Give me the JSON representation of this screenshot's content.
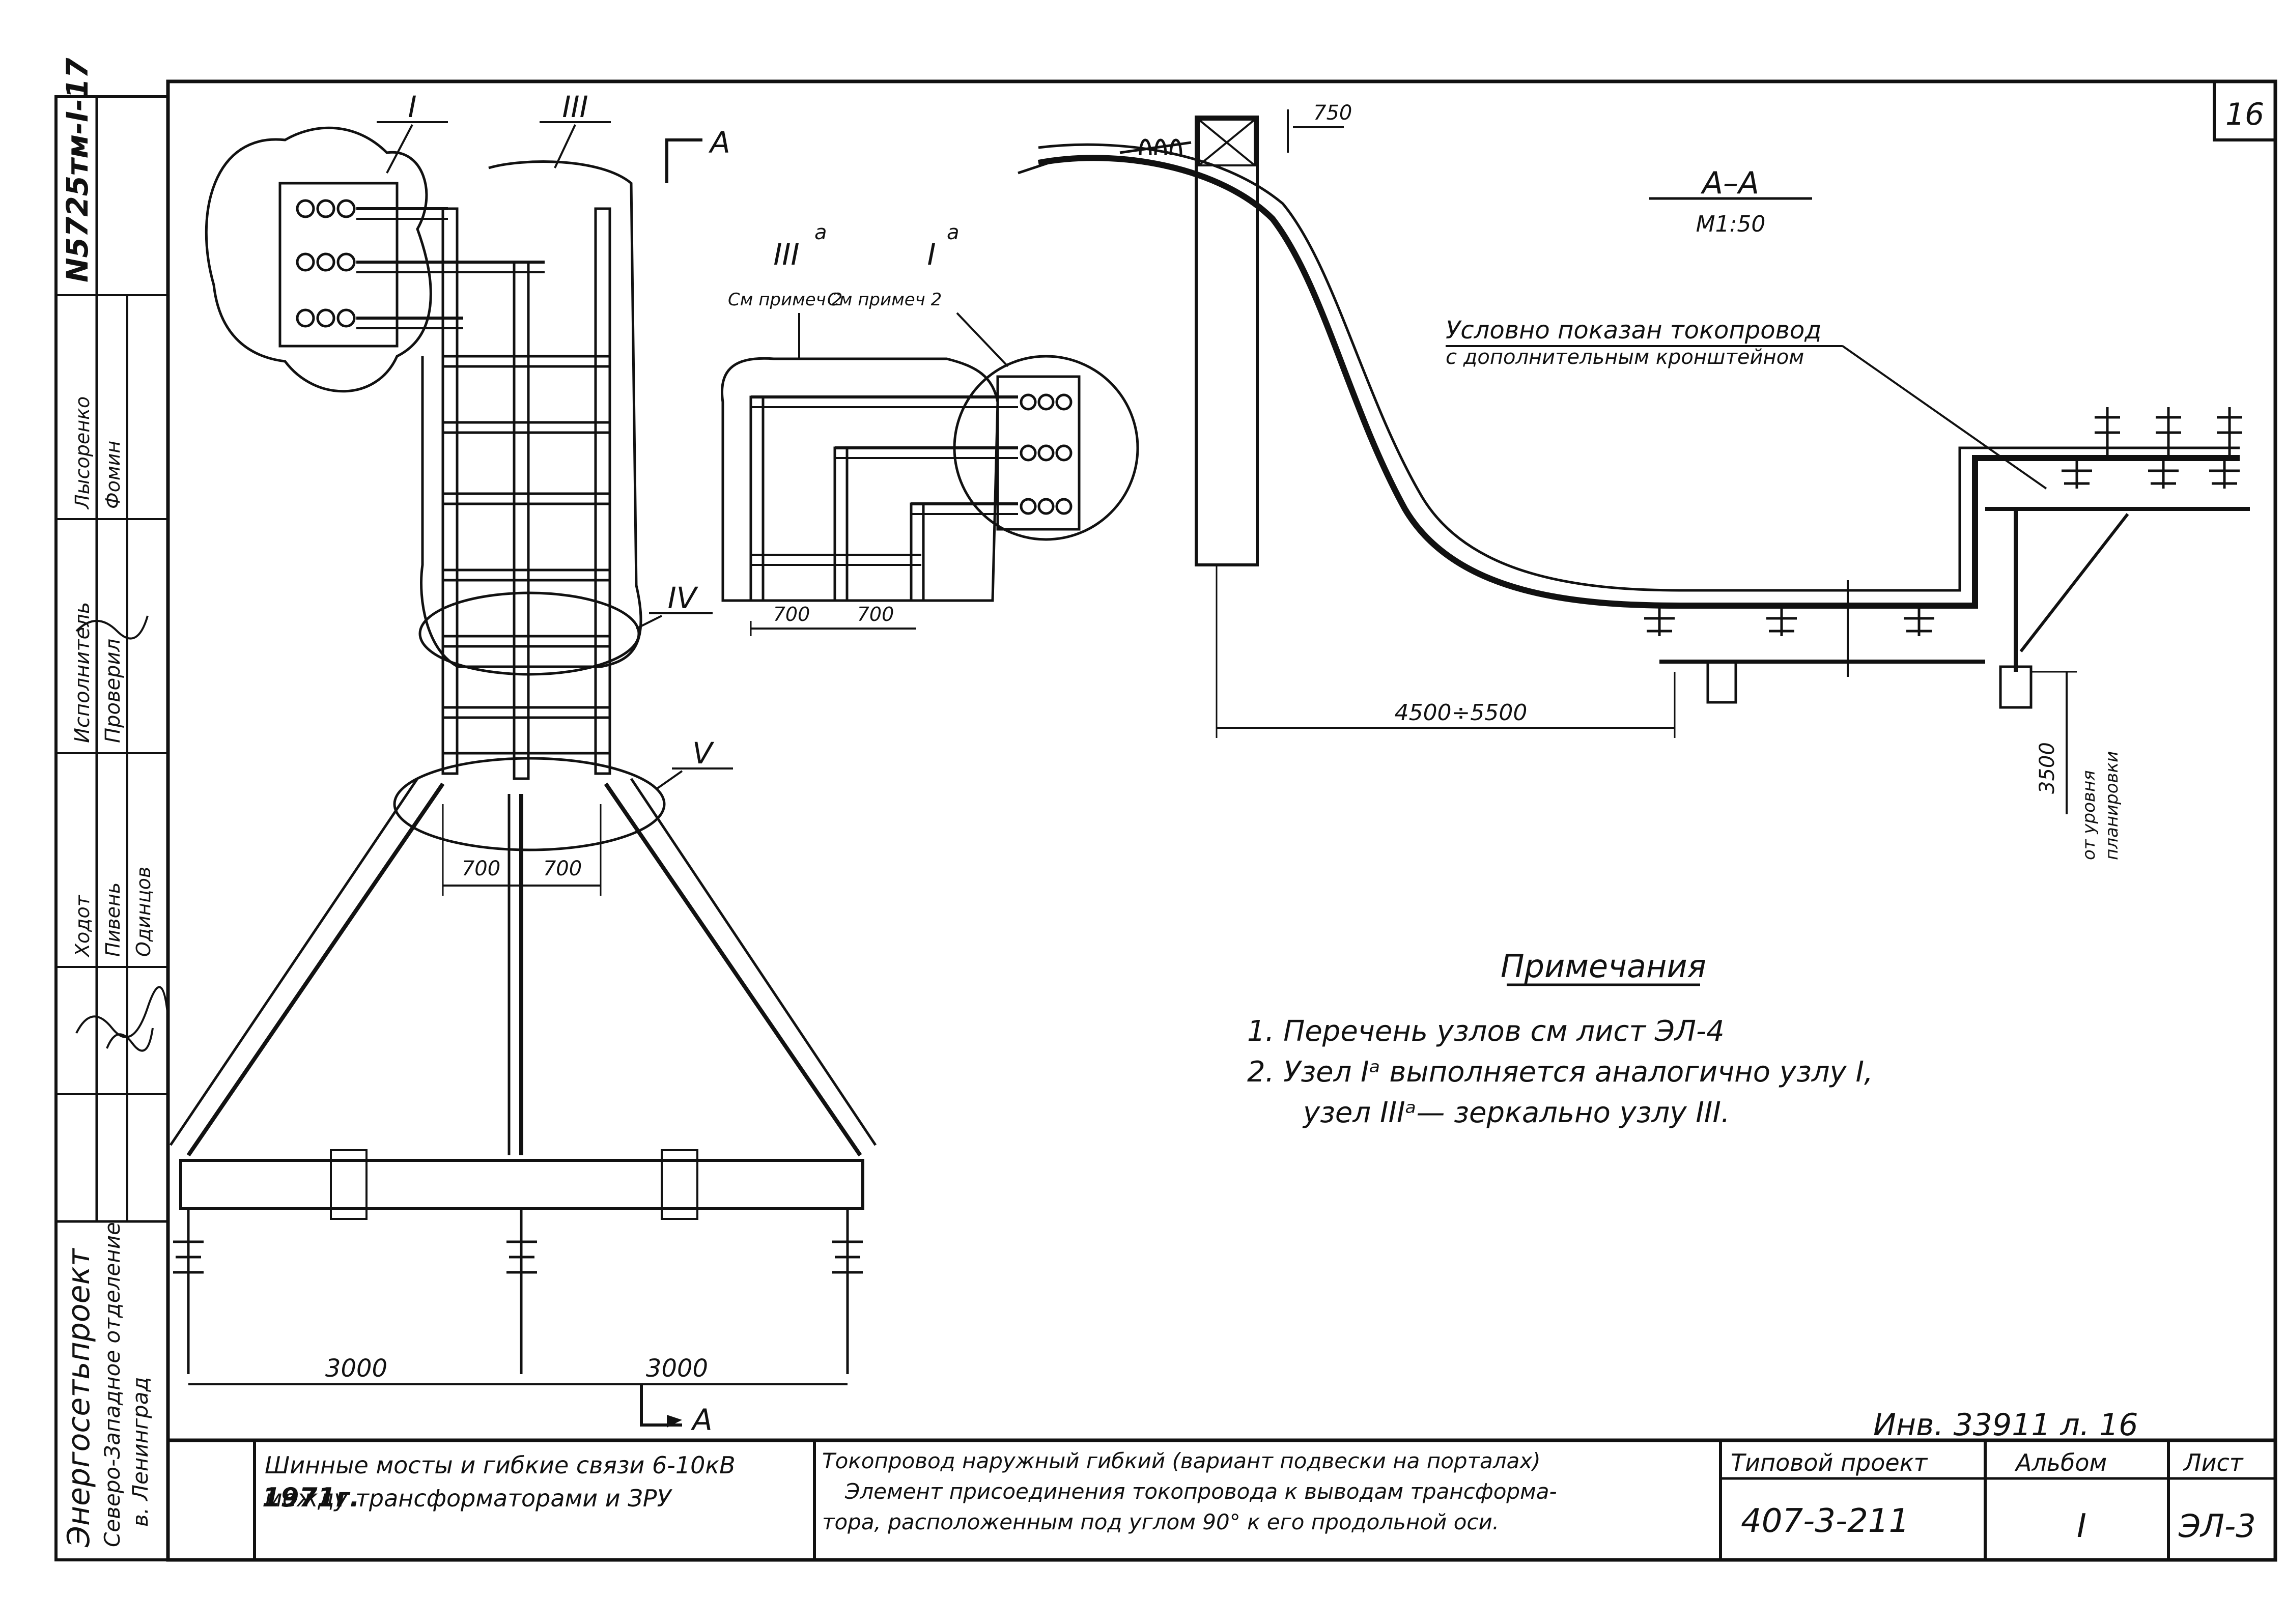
{
  "sheet_number": "16",
  "section": {
    "label": "А–А",
    "scale": "М1:50",
    "cut_mark": "А",
    "callout_line1": "Условно показан токопровод",
    "callout_line2": "с дополнительным кронштейном"
  },
  "nodes": {
    "I": "I",
    "III": "III",
    "IV": "IV",
    "V": "V",
    "IIIa": "III",
    "Ia": "I",
    "superscript": "a",
    "see_note": "См примеч 2"
  },
  "dimensions": {
    "d750": "750",
    "d700": "700",
    "d4500": "4500÷5500",
    "d3500": "3500",
    "d3500_note1": "от уровня",
    "d3500_note2": "планировки",
    "d3000": "3000"
  },
  "notes": {
    "title": "Примечания",
    "items": [
      "1. Перечень узлов см лист ЭЛ-4",
      "2. Узел Iᵃ выполняется аналогично узлу I,",
      "узел IIIᵃ— зеркально узлу III."
    ]
  },
  "inventory": "Инв. 33911 л. 16",
  "side_stamp": {
    "archive_number": "N5725тм-I-17",
    "org1": "Энергосетьпроект",
    "org2": "Северо-Западное отделение",
    "org3": "в. Ленинград",
    "roles": [
      "Исполнитель",
      "Проверил"
    ],
    "names": [
      "Лысоренко",
      "Фомин",
      "Ходот",
      "Пивень",
      "Одинцов"
    ]
  },
  "title_block": {
    "year": "1971г.",
    "subject_line1": "Шинные мосты и гибкие связи 6-10кВ",
    "subject_line2": "между трансформаторами и ЗРУ",
    "title_line1": "Токопровод наружный гибкий (вариант подвески на порталах)",
    "title_line2": "Элемент присоединения токопровода к выводам трансформа-",
    "title_line3": "тора, расположенным под углом 90° к его продольной оси.",
    "project_label": "Типовой проект",
    "project_value": "407-3-211",
    "album_label": "Альбом",
    "album_value": "I",
    "sheet_label": "Лист",
    "sheet_value": "ЭЛ-3"
  }
}
